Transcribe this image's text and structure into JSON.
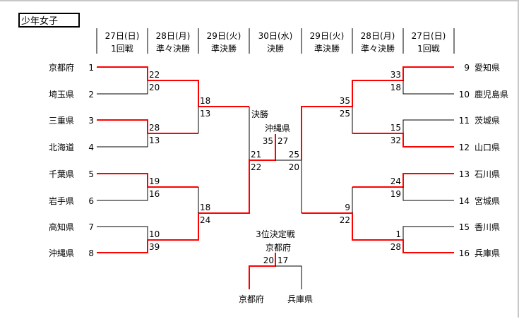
{
  "title": "少年女子",
  "header": [
    {
      "date": "27日(日)",
      "round": "1回戦"
    },
    {
      "date": "28日(月)",
      "round": "準々決勝"
    },
    {
      "date": "29日(火)",
      "round": "準決勝"
    },
    {
      "date": "30日(水)",
      "round": "決勝"
    },
    {
      "date": "29日(火)",
      "round": "準決勝"
    },
    {
      "date": "28日(月)",
      "round": "準々決勝"
    },
    {
      "date": "27日(日)",
      "round": "1回戦"
    }
  ],
  "left_teams": [
    {
      "seed": "1",
      "name": "京都府"
    },
    {
      "seed": "2",
      "name": "埼玉県"
    },
    {
      "seed": "3",
      "name": "三重県"
    },
    {
      "seed": "4",
      "name": "北海道"
    },
    {
      "seed": "5",
      "name": "千葉県"
    },
    {
      "seed": "6",
      "name": "岩手県"
    },
    {
      "seed": "7",
      "name": "高知県"
    },
    {
      "seed": "8",
      "name": "沖縄県"
    }
  ],
  "right_teams": [
    {
      "seed": "9",
      "name": "愛知県"
    },
    {
      "seed": "10",
      "name": "鹿児島県"
    },
    {
      "seed": "11",
      "name": "茨城県"
    },
    {
      "seed": "12",
      "name": "山口県"
    },
    {
      "seed": "13",
      "name": "石川県"
    },
    {
      "seed": "14",
      "name": "宮城県"
    },
    {
      "seed": "15",
      "name": "香川県"
    },
    {
      "seed": "16",
      "name": "兵庫県"
    }
  ],
  "scores": {
    "left_r1": [
      [
        "22",
        "20"
      ],
      [
        "28",
        "13"
      ],
      [
        "19",
        "16"
      ],
      [
        "10",
        "39"
      ]
    ],
    "left_qf": [
      [
        "18",
        "13"
      ],
      [
        "18",
        "24"
      ]
    ],
    "left_sf": [
      "21",
      "22"
    ],
    "right_r1": [
      [
        "33",
        "18"
      ],
      [
        "15",
        "32"
      ],
      [
        "24",
        "19"
      ],
      [
        "1",
        "28"
      ]
    ],
    "right_qf": [
      [
        "35",
        "25"
      ],
      [
        "9",
        "22"
      ]
    ],
    "right_sf": [
      "25",
      "20"
    ]
  },
  "final": {
    "label": "決勝",
    "champion": "沖縄県",
    "score_left": "35",
    "score_right": "27"
  },
  "third_place": {
    "label": "3位決定戦",
    "winner": "京都府",
    "score_left": "20",
    "score_right": "17",
    "team_left": "京都府",
    "team_right": "兵庫県"
  }
}
